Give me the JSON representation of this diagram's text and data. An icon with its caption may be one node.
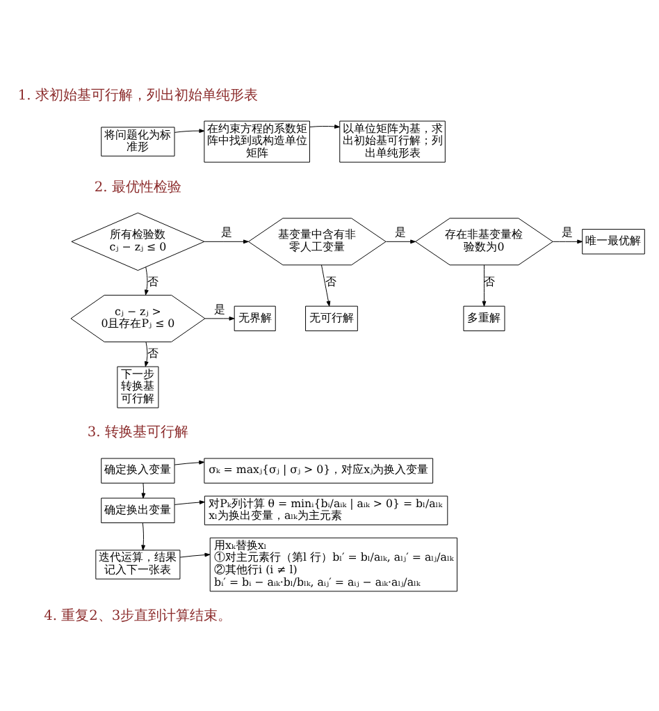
{
  "diagram": {
    "nodes": [
      {
        "text": [
          "将问题化为标准形"
        ]
      },
      {
        "text": [
          "在约束方程的系数矩阵中找到或构造单位矩阵"
        ]
      },
      {
        "text": [
          "以单位矩阵为基，求出初始基可行解；列出单纯形表"
        ]
      },
      {
        "text": [
          "所有检验数 cⱼ − zⱼ ≤ 0"
        ]
      },
      {
        "text": [
          "基变量中含有非零人工变量"
        ]
      },
      {
        "text": [
          "存在非基变量检验数为0"
        ]
      },
      {
        "text": [
          "唯一最优解"
        ]
      },
      {
        "text": [
          "无可行解"
        ]
      },
      {
        "text": [
          "多重解"
        ]
      },
      {
        "text": [
          "cⱼ − zⱼ > 0且存在Pⱼ ≤ 0"
        ]
      },
      {
        "text": [
          "无界解"
        ]
      },
      {
        "text": [
          "下一步转换基可行解"
        ]
      },
      {
        "text": [
          "σₖ = maxⱼ{σⱼ | σⱼ > 0}，对应xⱼ为换入变量"
        ]
      },
      {
        "text": [
          "确定换入变量"
        ]
      },
      {
        "text": [
          "对Pₖ列计算 θ = minᵢ{bᵢ/aᵢₖ | aᵢₖ > 0} = bₗ/aₗₖ",
          "xₗ为换出变量，aₗₖ为主元素"
        ]
      },
      {
        "text": [
          "确定换出变量"
        ]
      },
      {
        "text": [
          "迭代运算，结果记入下一张表"
        ]
      },
      {
        "text": [
          "用xₖ替换xₗ",
          "①对主元素行（第l 行）bₗ′ = bₗ/aₗₖ, aₗⱼ′ = aₗⱼ/aₗₖ",
          "②其他行i (i ≠ l)",
          "bᵢ′ = bᵢ − aᵢₖ·bₗ/bₗₖ, aᵢⱼ′ = aᵢⱼ − aᵢₖ·aₗⱼ/aₗₖ"
        ]
      }
    ],
    "edges": [
      {
        "from": 0,
        "to": 1,
        "arrow": "to"
      },
      {
        "from": 1,
        "to": 2,
        "arrow": "to"
      },
      {
        "from": 3,
        "to": 4,
        "arrow": "to",
        "label": "是"
      },
      {
        "from": 4,
        "to": 5,
        "arrow": "to",
        "label": "是"
      },
      {
        "from": 5,
        "to": 6,
        "arrow": "to",
        "label": "是"
      },
      {
        "from": 3,
        "to": 9,
        "arrow": "to",
        "label": "否"
      },
      {
        "from": 4,
        "to": 7,
        "arrow": "to",
        "label": "否"
      },
      {
        "from": 5,
        "to": 8,
        "arrow": "to",
        "label": "否"
      },
      {
        "from": 9,
        "to": 10,
        "arrow": "to",
        "label": "是"
      },
      {
        "from": 9,
        "to": 11,
        "arrow": "to",
        "label": "否"
      },
      {
        "from": 13,
        "to": 12,
        "arrow": "to"
      },
      {
        "from": 13,
        "to": 15,
        "arrow": "to"
      },
      {
        "from": 15,
        "to": 14,
        "arrow": "to"
      },
      {
        "from": 15,
        "to": 16,
        "arrow": "to"
      },
      {
        "from": 16,
        "to": 17,
        "arrow": "to"
      }
    ],
    "labels": [
      "1. 求初始基可行解，列出初始单纯形表",
      "2. 最优性检验",
      "3. 转换基可行解",
      "4. 重复2、3步直到计算结束。"
    ]
  }
}
